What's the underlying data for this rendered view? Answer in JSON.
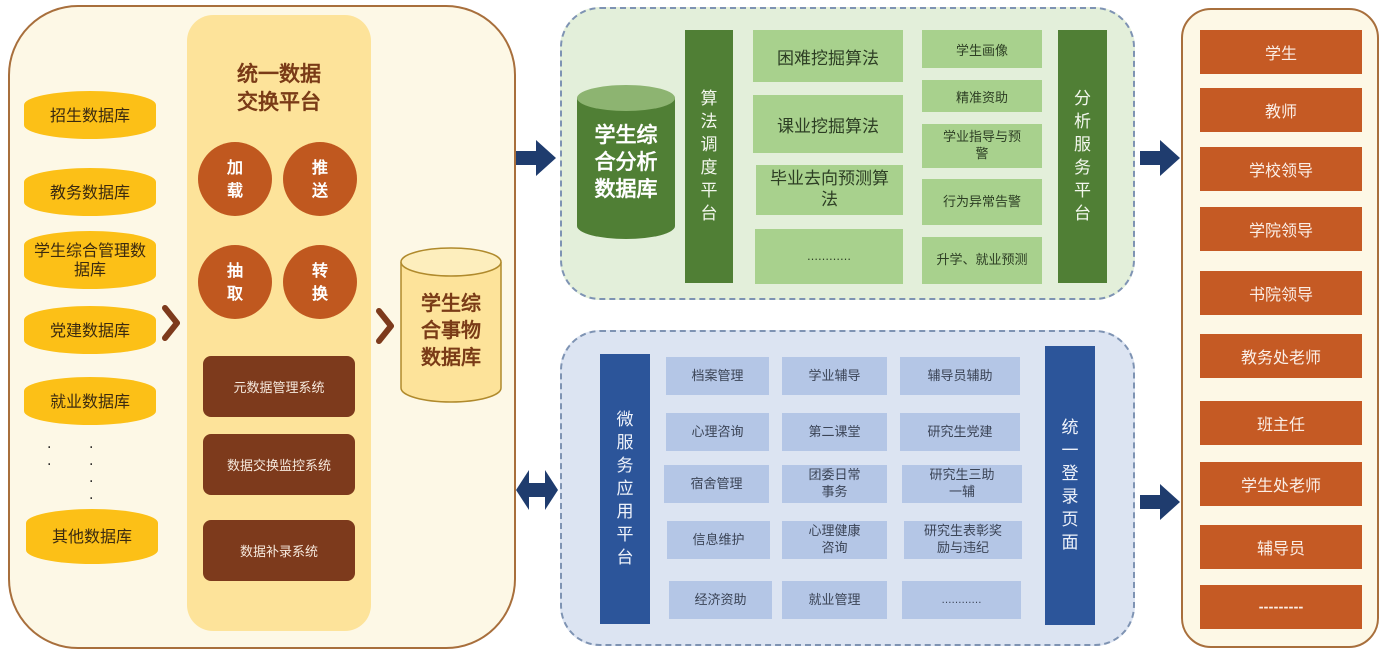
{
  "sources": {
    "databases": [
      "招生数据库",
      "教务数据库",
      "学生综合管理数据库",
      "党建数据库",
      "就业数据库",
      "其他数据库"
    ],
    "ellipsis": "·"
  },
  "exchange": {
    "title_line1": "统一数据",
    "title_line2": "交换平台",
    "operations": [
      {
        "top": "加",
        "bottom": "载"
      },
      {
        "top": "推",
        "bottom": "送"
      },
      {
        "top": "抽",
        "bottom": "取"
      },
      {
        "top": "转",
        "bottom": "换"
      }
    ],
    "systems": [
      "元数据管理系统",
      "数据交换监控系统",
      "数据补录系统"
    ]
  },
  "affairs_db": {
    "lines": [
      "学生综",
      "合事物",
      "数据库"
    ]
  },
  "analysis": {
    "db_lines": [
      "学生综",
      "合分析",
      "数据库"
    ],
    "scheduler_label": [
      "算",
      "法",
      "调",
      "度",
      "平",
      "台"
    ],
    "algorithms": [
      "困难挖掘算法",
      "课业挖掘算法",
      "毕业去向预测算法",
      "…………"
    ],
    "services": [
      "学生画像",
      "精准资助",
      "学业指导与预警",
      "行为异常告警",
      "升学、就业预测"
    ],
    "service_platform_label": [
      "分",
      "析",
      "服",
      "务",
      "平",
      "台"
    ]
  },
  "micro": {
    "platform_label": [
      "微",
      "服",
      "务",
      "应",
      "用",
      "平",
      "台"
    ],
    "apps": [
      [
        "档案管理",
        "学业辅导",
        "辅导员辅助"
      ],
      [
        "心理咨询",
        "第二课堂",
        "研究生党建"
      ],
      [
        "宿舍管理",
        "团委日常事务",
        "研究生三助一辅"
      ],
      [
        "信息维护",
        "心理健康咨询",
        "研究生表彰奖励与违纪"
      ],
      [
        "经济资助",
        "就业管理",
        "…………"
      ]
    ],
    "login_label": [
      "统",
      "一",
      "登",
      "录",
      "页",
      "面"
    ]
  },
  "roles": [
    "学生",
    "教师",
    "学校领导",
    "学院领导",
    "书院领导",
    "教务处老师",
    "班主任",
    "学生处老师",
    "辅导员",
    "---------"
  ],
  "colors": {
    "accent_brown": "#7d3a1c",
    "accent_orange": "#c55a24",
    "db_yellow": "#fcc017",
    "green_dark": "#507f35",
    "green_light": "#a8d18d",
    "blue_dark": "#2c559a",
    "blue_light": "#b4c6e6",
    "arrow_navy": "#1f3c6e"
  }
}
